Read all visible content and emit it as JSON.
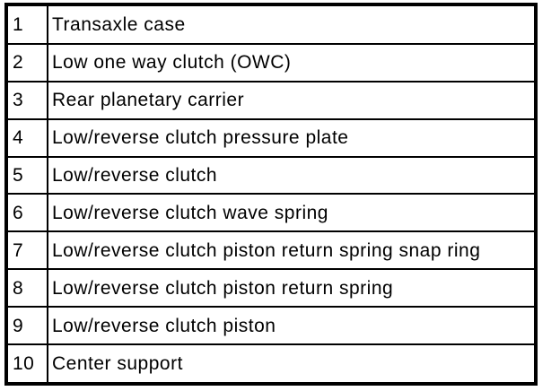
{
  "table": {
    "description": "Numbered parts legend table, 10 rows, two columns (number, part name)",
    "colors": {
      "border": "#000000",
      "text": "#000000",
      "background": "#ffffff"
    },
    "rows": [
      {
        "num": "1",
        "label": "Transaxle case"
      },
      {
        "num": "2",
        "label": "Low one way clutch (OWC)"
      },
      {
        "num": "3",
        "label": "Rear planetary carrier"
      },
      {
        "num": "4",
        "label": "Low/reverse clutch pressure plate"
      },
      {
        "num": "5",
        "label": "Low/reverse clutch"
      },
      {
        "num": "6",
        "label": "Low/reverse clutch wave spring"
      },
      {
        "num": "7",
        "label": "Low/reverse clutch piston return spring snap ring"
      },
      {
        "num": "8",
        "label": "Low/reverse clutch piston return spring"
      },
      {
        "num": "9",
        "label": "Low/reverse clutch piston"
      },
      {
        "num": "10",
        "label": "Center support"
      }
    ]
  }
}
